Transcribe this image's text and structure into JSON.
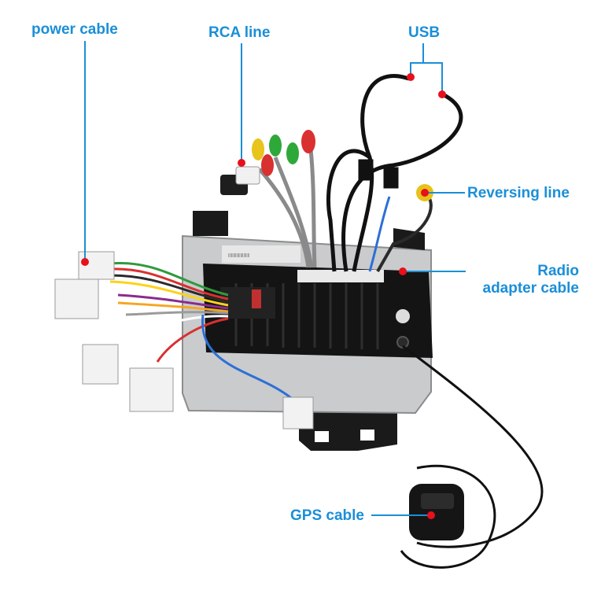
{
  "accent_color": "#1a8fd8",
  "marker_color": "#e8101a",
  "labels": {
    "power_cable": "power cable",
    "rca_line": "RCA line",
    "usb": "USB",
    "reversing_line": "Reversing line",
    "radio_adapter_line1": "Radio",
    "radio_adapter_line2": "adapter cable",
    "gps_cable": "GPS cable"
  }
}
